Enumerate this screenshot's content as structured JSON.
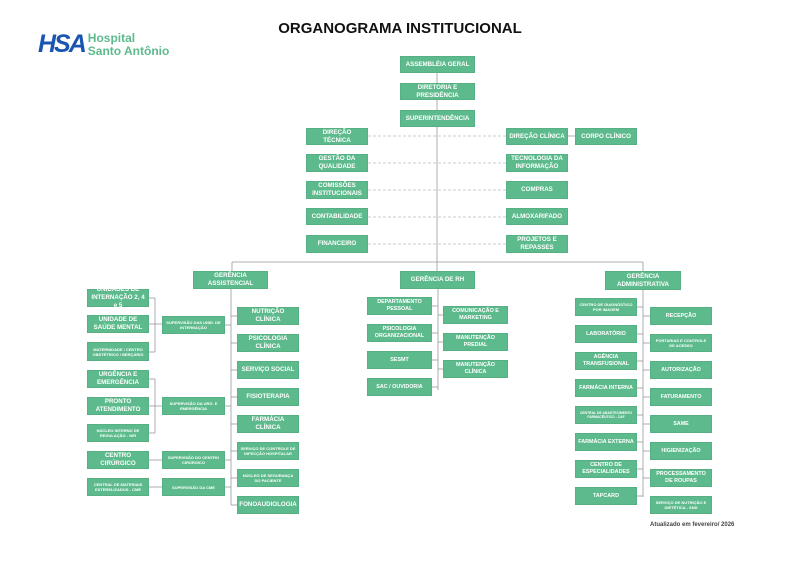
{
  "header": {
    "title": "ORGANOGRAMA INSTITUCIONAL",
    "logo": {
      "mark": "HSA",
      "line1": "Hospital",
      "line2": "Santo Antônio"
    }
  },
  "colors": {
    "box": "#5dba8c",
    "logo_blue": "#1a56b0",
    "text": "#ffffff"
  },
  "top": [
    "ASSEMBLÉIA GERAL",
    "DIRETORIA E PRESIDÊNCIA",
    "SUPERINTENDÊNCIA"
  ],
  "staff_left": [
    "DIREÇÃO TÉCNICA",
    "GESTÃO DA QUALIDADE",
    "COMISSÕES INSTITUCIONAIS",
    "CONTABILIDADE",
    "FINANCEIRO"
  ],
  "staff_right": [
    "DIREÇÃO CLÍNICA",
    "TECNOLOGIA DA INFORMAÇÃO",
    "COMPRAS",
    "ALMOXARIFADO",
    "PROJETOS E REPASSES"
  ],
  "corpo_clinico": "CORPO CLÍNICO",
  "assistencial": {
    "title": "GERÊNCIA ASSISTENCIAL",
    "units": [
      "UNIDADES DE INTERNAÇÃO 2, 4 e 5",
      "UNIDADE DE SAÚDE MENTAL",
      "MATERNIDADE / CENTRO OBSTÉTRICO / BERÇÁRIO",
      "URGÊNCIA E EMERGÊNCIA",
      "PRONTO ATENDIMENTO",
      "NÚCLEO INTERNO DE REGULAÇÃO - NIR",
      "CENTRO CIRÚRGICO",
      "CENTRAL DE MATERIAIS ESTERELIZADOS - CME"
    ],
    "supervisions": [
      "SUPERVISÃO DAS UNID. DE INTERNAÇÃO",
      "SUPERVISÃO DA URG. E EMERGÊNCIA",
      "SUPERVISÃO DO CENTRO CIRÚRGICO",
      "SUPERVISÃO DA CME"
    ],
    "services": [
      "NUTRIÇÃO CLÍNICA",
      "PSICOLOGIA CLÍNICA",
      "SERVIÇO SOCIAL",
      "FISIOTERAPIA",
      "FARMÁCIA CLÍNICA",
      "SERVIÇO DE CONTROLE DE INFECÇÃO HOSPITALAR",
      "NÚCLEO DE SEGURANÇA DO PACIENTE",
      "FONOAUDIOLOGIA"
    ]
  },
  "rh": {
    "title": "GERÊNCIA DE RH",
    "left": [
      "DEPARTAMENTO PESSOAL",
      "PSICOLOGIA ORGANIZACIONAL",
      "SESMT",
      "SAC / OUVIDORIA"
    ],
    "right": [
      "COMUNICAÇÃO E MARKETING",
      "MANUTENÇÃO PREDIAL",
      "MANUTENÇÃO CLÍNICA"
    ]
  },
  "administrativa": {
    "title": "GERÊNCIA ADMINISTRATIVA",
    "left": [
      "CENTRO DE DIAGNÓSTICO POR IMAGEM",
      "LABORATÓRIO",
      "AGÊNCIA TRANSFUSIONAL",
      "FARMÁCIA INTERNA",
      "CENTRAL DE ABASTECIMENTO FARMACÊUTICO - CAF",
      "FARMÁCIA EXTERNA",
      "CENTRO DE ESPECIALIDADES",
      "TAPCARD"
    ],
    "right": [
      "RECEPÇÃO",
      "PORTARIAS E CONTROLE DE ACESSO",
      "AUTORIZAÇÃO",
      "FATURAMENTO",
      "SAME",
      "HIGIENIZAÇÃO",
      "PROCESSAMENTO DE ROUPAS",
      "SERVIÇO DE NUTRIÇÃO E DIETÉTICA - SND"
    ]
  },
  "footer": "Atualizado em fevereiro/ 2026"
}
